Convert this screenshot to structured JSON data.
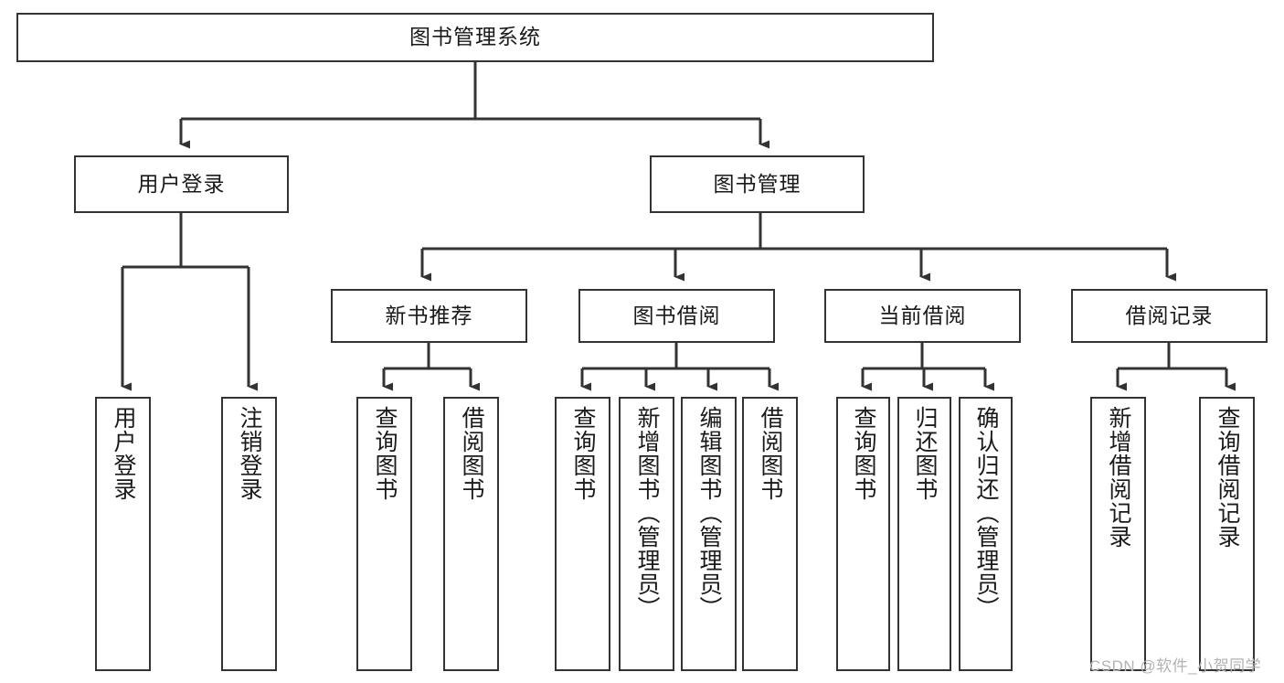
{
  "diagram": {
    "title": "图书管理系统",
    "type": "tree-hierarchy",
    "colors": {
      "box_border": "#333333",
      "box_fill": "#ffffff",
      "connector": "#333333",
      "text": "#1a1a1a",
      "watermark": "#b3b3b3",
      "background": "#ffffff"
    },
    "root": {
      "label": "图书管理系统"
    },
    "level2": [
      {
        "label": "用户登录"
      },
      {
        "label": "图书管理"
      }
    ],
    "level3": [
      {
        "label": "新书推荐"
      },
      {
        "label": "图书借阅"
      },
      {
        "label": "当前借阅"
      },
      {
        "label": "借阅记录"
      }
    ],
    "leaves": {
      "user_login": [
        {
          "label": "用户登录"
        },
        {
          "label": "注销登录"
        }
      ],
      "new_book_recommend": [
        {
          "label": "查询图书"
        },
        {
          "label": "借阅图书"
        }
      ],
      "book_borrow": [
        {
          "label": "查询图书"
        },
        {
          "label": "新增图书（管理员）"
        },
        {
          "label": "编辑图书（管理员）"
        },
        {
          "label": "借阅图书"
        }
      ],
      "current_borrow": [
        {
          "label": "查询图书"
        },
        {
          "label": "归还图书"
        },
        {
          "label": "确认归还（管理员）"
        }
      ],
      "borrow_record": [
        {
          "label": "新增借阅记录"
        },
        {
          "label": "查询借阅记录"
        }
      ]
    }
  },
  "watermark": {
    "text": "CSDN @软件_小贺同学"
  }
}
